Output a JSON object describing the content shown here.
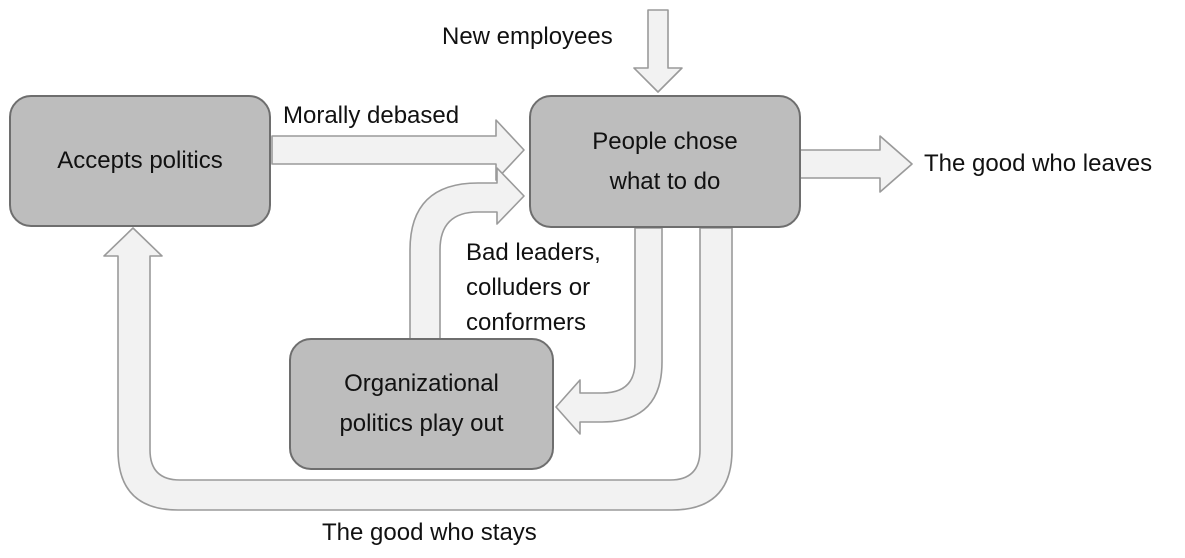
{
  "boxes": {
    "accepts_politics": "Accepts politics",
    "people_chose": [
      "People chose",
      "what to do"
    ],
    "org_politics": [
      "Organizational",
      "politics play out"
    ]
  },
  "arrows": {
    "new_employees": "New employees",
    "morally_debased": "Morally debased",
    "good_leaves": "The good who leaves",
    "bad_leaders": [
      "Bad leaders,",
      "colluders or",
      "conformers"
    ],
    "good_stays": "The good who stays"
  },
  "colors": {
    "box_fill": "#bdbdbd",
    "box_border": "#6e6e6e",
    "arrow_fill": "#f2f2f2",
    "arrow_stroke": "#9a9a9a",
    "text": "#111111"
  }
}
